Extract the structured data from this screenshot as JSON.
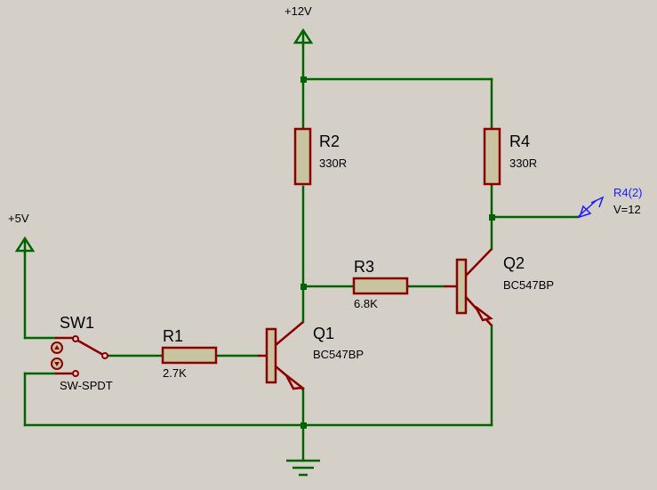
{
  "colors": {
    "background": "#d4d0c8",
    "wire": "#006400",
    "component": "#8b0000",
    "body_fill": "#c8c4a0",
    "probe": "#1a1aff"
  },
  "supplies": {
    "vcc12": "+12V",
    "vcc5": "+5V"
  },
  "components": {
    "sw1": {
      "ref": "SW1",
      "model": "SW-SPDT"
    },
    "r1": {
      "ref": "R1",
      "value": "2.7K"
    },
    "r2": {
      "ref": "R2",
      "value": "330R"
    },
    "r3": {
      "ref": "R3",
      "value": "6.8K"
    },
    "r4": {
      "ref": "R4",
      "value": "330R"
    },
    "q1": {
      "ref": "Q1",
      "model": "BC547BP"
    },
    "q2": {
      "ref": "Q2",
      "model": "BC547BP"
    }
  },
  "probe": {
    "name": "R4(2)",
    "reading": "V=12"
  },
  "icons": {
    "power": "power-arrow-icon",
    "ground": "ground-icon"
  }
}
